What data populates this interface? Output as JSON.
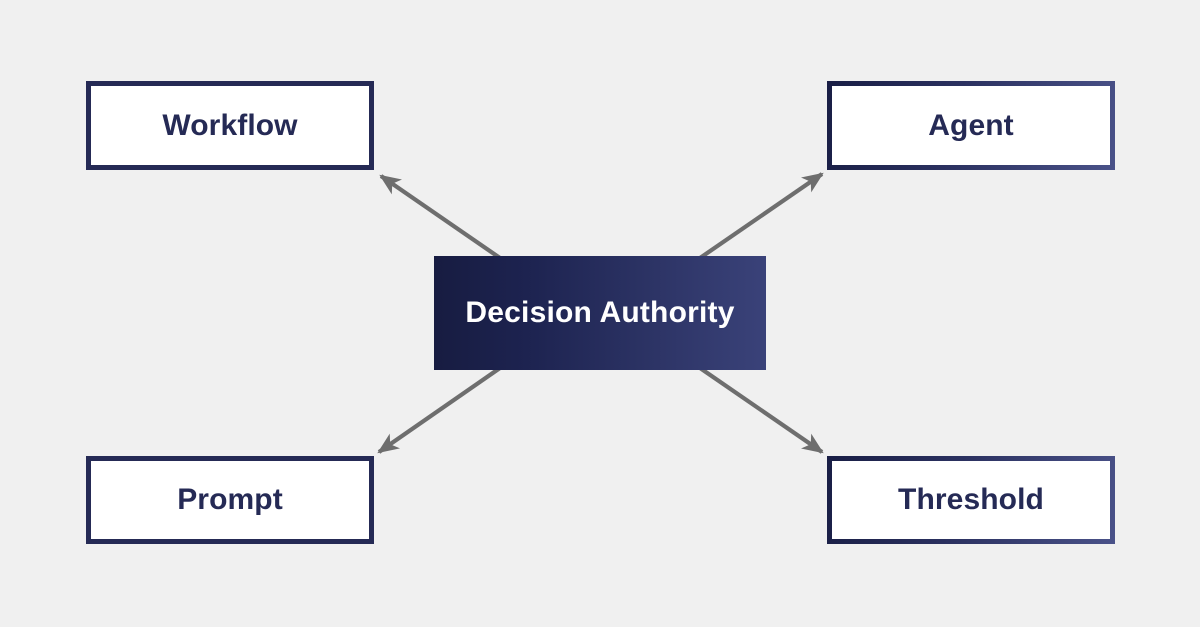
{
  "diagram": {
    "type": "hub-and-spoke",
    "background_color": "#f0f0f0",
    "center": {
      "id": "decision-authority",
      "label": "Decision Authority",
      "text_color": "#ffffff",
      "fill_gradient_from": "#171c41",
      "fill_gradient_to": "#3a4279"
    },
    "nodes": [
      {
        "id": "workflow",
        "label": "Workflow",
        "position": "top-left",
        "text_color": "#252a55",
        "border_color": "#252a55",
        "fill_color": "#ffffff"
      },
      {
        "id": "agent",
        "label": "Agent",
        "position": "top-right",
        "text_color": "#252a55",
        "border_color": "#252a55",
        "fill_color": "#ffffff"
      },
      {
        "id": "prompt",
        "label": "Prompt",
        "position": "bottom-left",
        "text_color": "#252a55",
        "border_color": "#252a55",
        "fill_color": "#ffffff"
      },
      {
        "id": "threshold",
        "label": "Threshold",
        "position": "bottom-right",
        "text_color": "#252a55",
        "border_color": "#252a55",
        "fill_color": "#ffffff"
      }
    ],
    "connectors": [
      {
        "id": "center-to-workflow",
        "from": "decision-authority",
        "to": "workflow",
        "style": "single-arrow",
        "color": "#6e6e6e"
      },
      {
        "id": "center-to-agent",
        "from": "decision-authority",
        "to": "agent",
        "style": "single-arrow",
        "color": "#6e6e6e"
      },
      {
        "id": "center-to-prompt",
        "from": "decision-authority",
        "to": "prompt",
        "style": "single-arrow",
        "color": "#6e6e6e"
      },
      {
        "id": "center-to-threshold",
        "from": "decision-authority",
        "to": "threshold",
        "style": "single-arrow",
        "color": "#6e6e6e"
      }
    ]
  }
}
